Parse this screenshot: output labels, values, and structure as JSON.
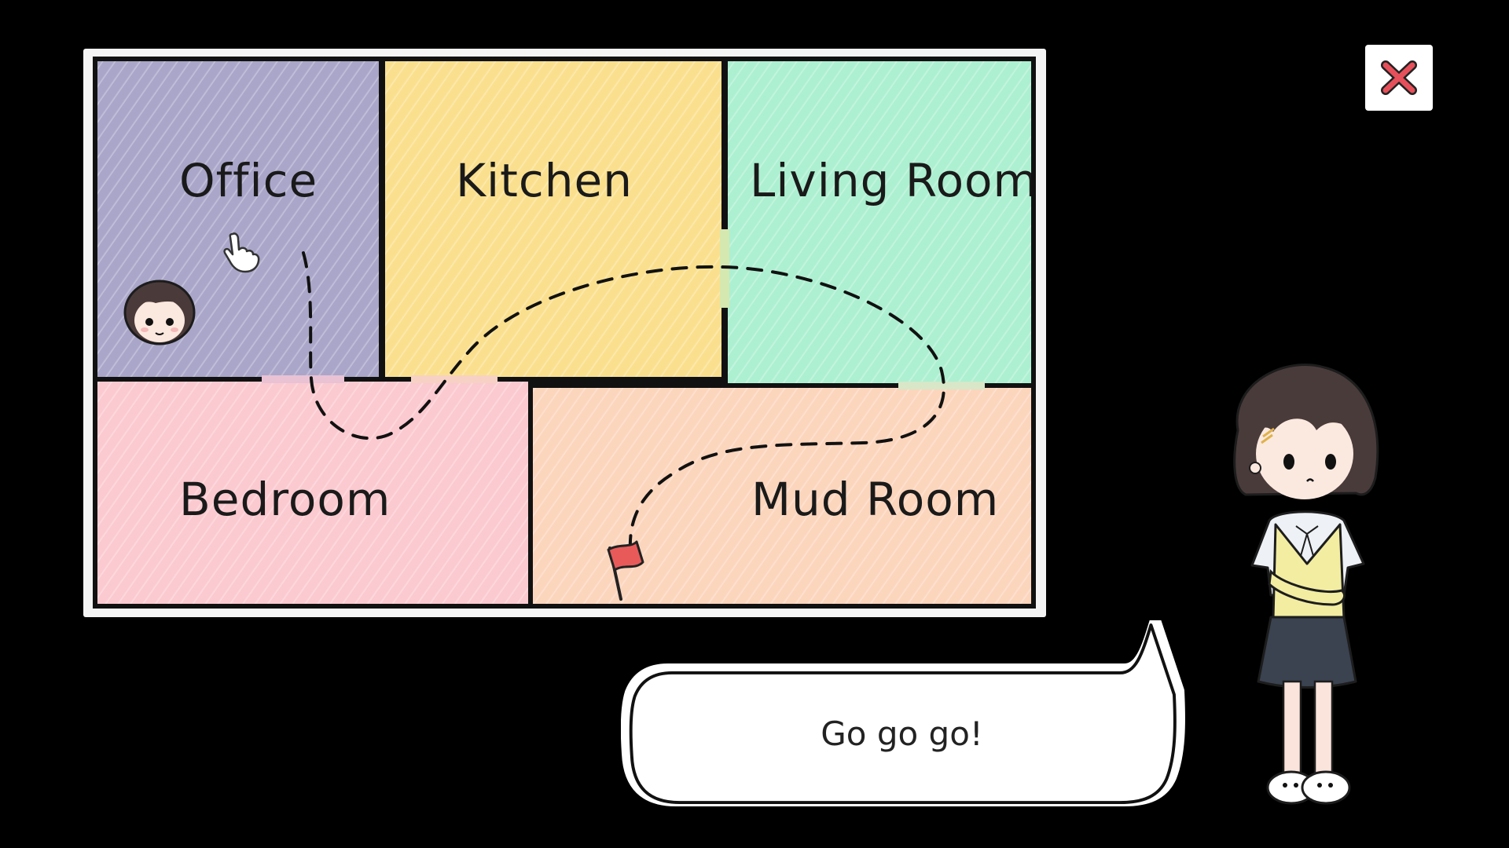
{
  "map": {
    "rooms": {
      "office": "Office",
      "kitchen": "Kitchen",
      "living_room": "Living Room",
      "bedroom": "Bedroom",
      "mud_room": "Mud Room"
    },
    "colors": {
      "office": "#a9a6c9",
      "kitchen": "#fae08e",
      "living_room": "#adf0d1",
      "bedroom": "#fbcad0",
      "mud_room": "#fcd5bd",
      "flag": "#e85a5a"
    },
    "player_icon": "player-head-icon",
    "goal_icon": "flag-icon",
    "cursor_icon": "pointer-hand-icon"
  },
  "dialogue": {
    "text": "Go go go!"
  },
  "controls": {
    "close_icon": "close-icon",
    "close_color": "#e6505a"
  }
}
